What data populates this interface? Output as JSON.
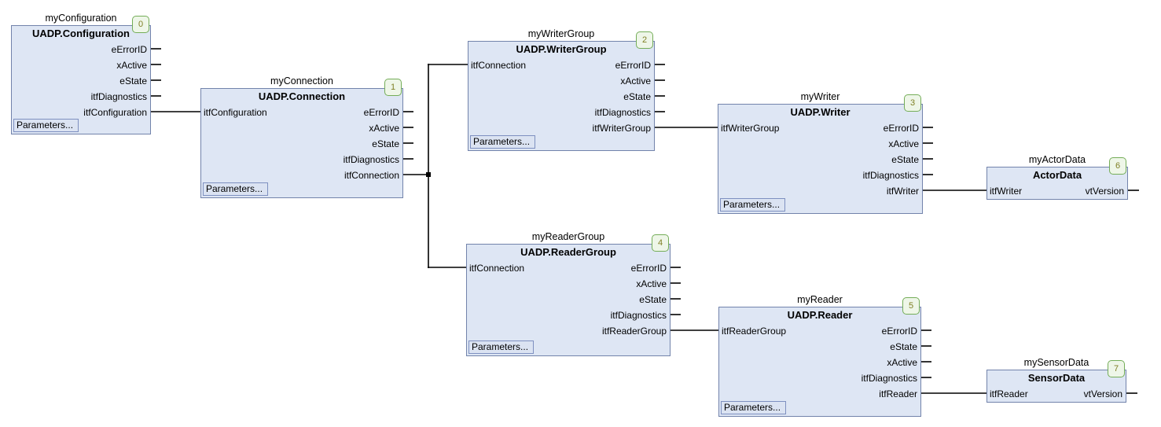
{
  "colors": {
    "background": "#ffffff",
    "block_fill": "#dee6f4",
    "block_border": "#7283ab",
    "badge_fill": "#eef6e8",
    "badge_border": "#74ad58",
    "badge_text": "#7f7f24",
    "button_fill": "#dbe3f2",
    "button_border": "#7e90c0",
    "wire": "#000000"
  },
  "blocks": {
    "b0": {
      "instance": "myConfiguration",
      "type": "UADP.Configuration",
      "badge": "0",
      "outputs": [
        "eErrorID",
        "xActive",
        "eState",
        "itfDiagnostics",
        "itfConfiguration"
      ],
      "button": "Parameters..."
    },
    "b1": {
      "instance": "myConnection",
      "type": "UADP.Connection",
      "badge": "1",
      "inputs": [
        "itfConfiguration"
      ],
      "outputs": [
        "eErrorID",
        "xActive",
        "eState",
        "itfDiagnostics",
        "itfConnection"
      ],
      "button": "Parameters..."
    },
    "b2": {
      "instance": "myWriterGroup",
      "type": "UADP.WriterGroup",
      "badge": "2",
      "inputs": [
        "itfConnection"
      ],
      "outputs": [
        "eErrorID",
        "xActive",
        "eState",
        "itfDiagnostics",
        "itfWriterGroup"
      ],
      "button": "Parameters..."
    },
    "b3": {
      "instance": "myWriter",
      "type": "UADP.Writer",
      "badge": "3",
      "inputs": [
        "itfWriterGroup"
      ],
      "outputs": [
        "eErrorID",
        "xActive",
        "eState",
        "itfDiagnostics",
        "itfWriter"
      ],
      "button": "Parameters..."
    },
    "b4": {
      "instance": "myReaderGroup",
      "type": "UADP.ReaderGroup",
      "badge": "4",
      "inputs": [
        "itfConnection"
      ],
      "outputs": [
        "eErrorID",
        "xActive",
        "eState",
        "itfDiagnostics",
        "itfReaderGroup"
      ],
      "button": "Parameters..."
    },
    "b5": {
      "instance": "myReader",
      "type": "UADP.Reader",
      "badge": "5",
      "inputs": [
        "itfReaderGroup"
      ],
      "outputs": [
        "eErrorID",
        "eState",
        "xActive",
        "itfDiagnostics",
        "itfReader"
      ],
      "button": "Parameters..."
    },
    "b6": {
      "instance": "myActorData",
      "type": "ActorData",
      "badge": "6",
      "inputs": [
        "itfWriter"
      ],
      "outputs": [
        "vtVersion"
      ]
    },
    "b7": {
      "instance": "mySensorData",
      "type": "SensorData",
      "badge": "7",
      "inputs": [
        "itfReader"
      ],
      "outputs": [
        "vtVersion"
      ]
    }
  }
}
